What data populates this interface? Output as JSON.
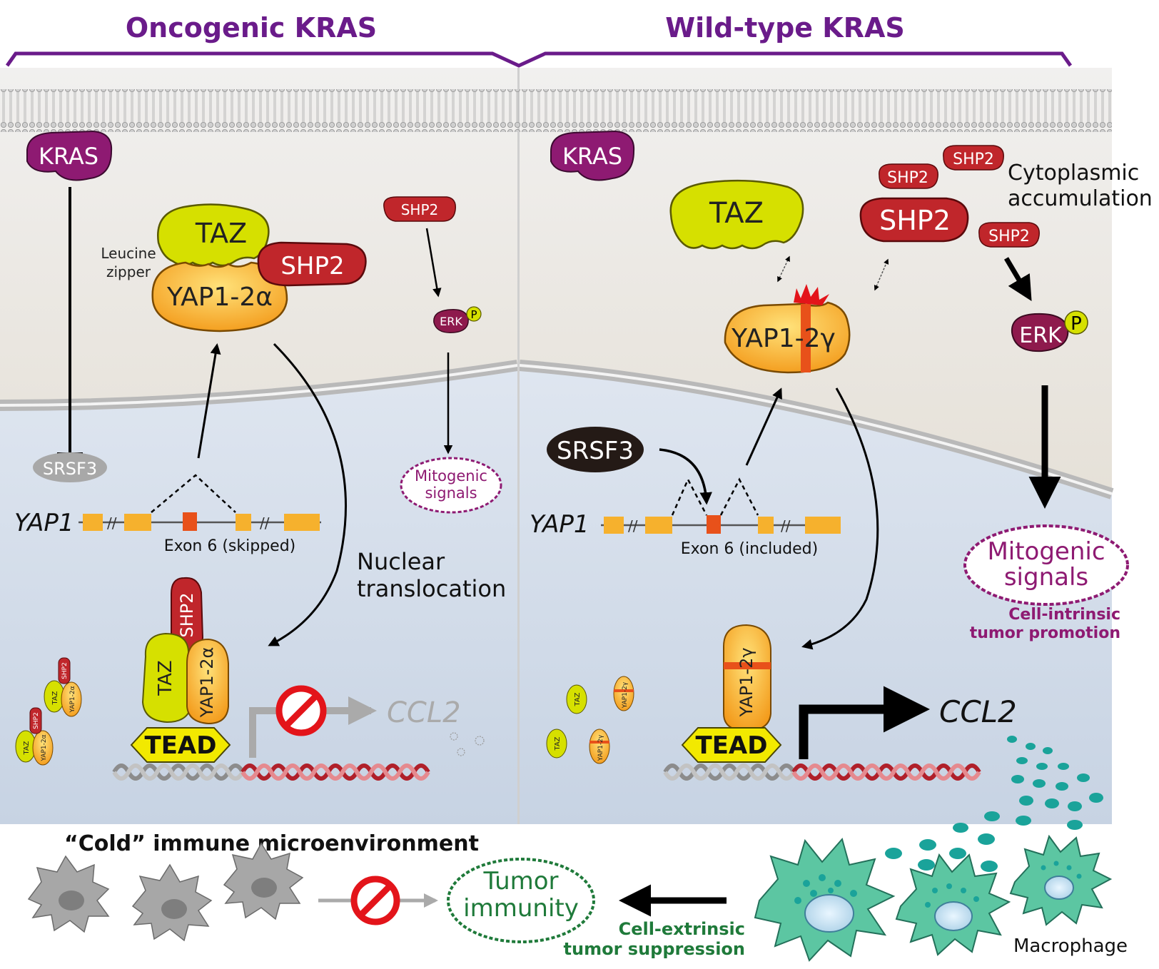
{
  "panels": {
    "left_title": "Oncogenic KRAS",
    "right_title": "Wild-type KRAS"
  },
  "left": {
    "kras": "KRAS",
    "taz": "TAZ",
    "shp2_big": "SHP2",
    "yap_alpha": "YAP1-2α",
    "leucine_zipper_1": "Leucine",
    "leucine_zipper_2": "zipper",
    "shp2_small": "SHP2",
    "erk": "ERK",
    "p": "P",
    "mitogenic_1": "Mitogenic",
    "mitogenic_2": "signals",
    "srsf3": "SRSF3",
    "yap1_gene": "YAP1",
    "exon_label": "Exon 6 (skipped)",
    "nuclear_1": "Nuclear",
    "nuclear_2": "translocation",
    "complex_shp2": "SHP2",
    "complex_taz": "TAZ",
    "complex_yap": "YAP1-2α",
    "tead": "TEAD",
    "ccl2": "CCL2",
    "mini_taz": "TAZ",
    "mini_shp2": "SHP2",
    "mini_yap": "YAP1-2α"
  },
  "right": {
    "kras": "KRAS",
    "taz": "TAZ",
    "shp2_a": "SHP2",
    "shp2_b": "SHP2",
    "shp2_big": "SHP2",
    "shp2_c": "SHP2",
    "cyto_1": "Cytoplasmic",
    "cyto_2": "accumulation",
    "yap_gamma": "YAP1-2γ",
    "erk": "ERK",
    "p": "P",
    "srsf3": "SRSF3",
    "yap1_gene": "YAP1",
    "exon_label": "Exon 6 (included)",
    "mitogenic_1": "Mitogenic",
    "mitogenic_2": "signals",
    "intrinsic_1": "Cell-intrinsic",
    "intrinsic_2": "tumor promotion",
    "complex_yap": "YAP1-2γ",
    "tead": "TEAD",
    "ccl2": "CCL2",
    "mini_taz": "TAZ",
    "mini_yap": "YAP1-2γ"
  },
  "bottom": {
    "cold_title": "“Cold” immune microenvironment",
    "immunity_1": "Tumor",
    "immunity_2": "immunity",
    "extrinsic_1": "Cell-extrinsic",
    "extrinsic_2": "tumor suppression",
    "macrophage": "Macrophage"
  },
  "colors": {
    "purple": "#6a1b8a",
    "kras": "#8e1a72",
    "shp2": "#c0262b",
    "taz": "#d6e000",
    "yap": "#f7a21b",
    "exon": "#f6b12d",
    "exon6": "#e8511a",
    "macrophage": "#5cc6a2",
    "cold_cell": "#a7a7a7",
    "green_text": "#1f7a3a",
    "inhibit": "#e3141a"
  }
}
